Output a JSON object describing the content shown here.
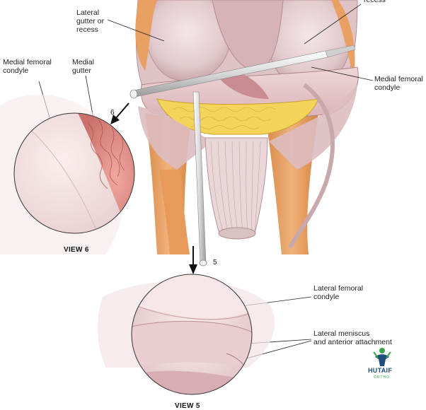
{
  "labels": {
    "lateral_gutter": "Lateral\ngutter or\nrecess",
    "recess": "recess",
    "medial_femoral_condyle_right": "Medial femoral\ncondyle",
    "medial_femoral_condyle_left": "Medial femoral\ncondyle",
    "medial_gutter": "Medial\ngutter",
    "lateral_femoral_condyle": "Lateral femoral\ncondyle",
    "lateral_meniscus": "Lateral meniscus\nand anterior attachment"
  },
  "views": {
    "view6": "VIEW 6",
    "view5": "VIEW 5"
  },
  "markers": {
    "six": "6",
    "five": "5"
  },
  "logo": {
    "name": "HUTAIF",
    "sub": "ORTHO",
    "colors": {
      "primary": "#1d4f7a",
      "accent": "#39a34a"
    }
  }
}
